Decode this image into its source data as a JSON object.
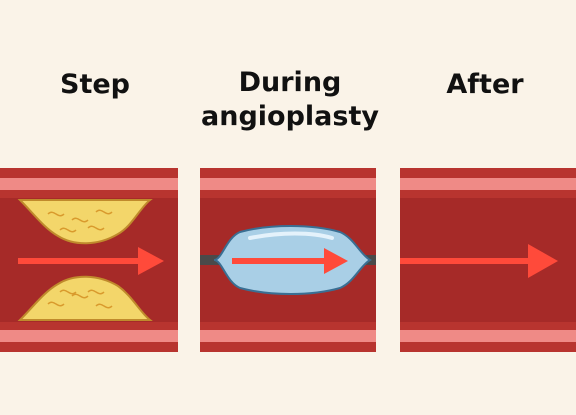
{
  "titles": {
    "step": "Step",
    "during_line1": "During",
    "during_line2": "angioplasty",
    "after": "After"
  },
  "colors": {
    "background": "#faf3e8",
    "vessel_wall": "#b8342f",
    "vessel_wall_light": "#ef8a86",
    "lumen": "#a62a28",
    "plaque": "#f3d66a",
    "plaque_outline": "#c08a2c",
    "arrow": "#ff4a3a",
    "balloon": "#a9cfe6",
    "balloon_outline": "#3a6f93",
    "catheter": "#4a4a4a"
  },
  "icons": {
    "flow_arrow": "arrow-right",
    "plaque": "plaque-deposit",
    "balloon": "balloon-catheter"
  }
}
